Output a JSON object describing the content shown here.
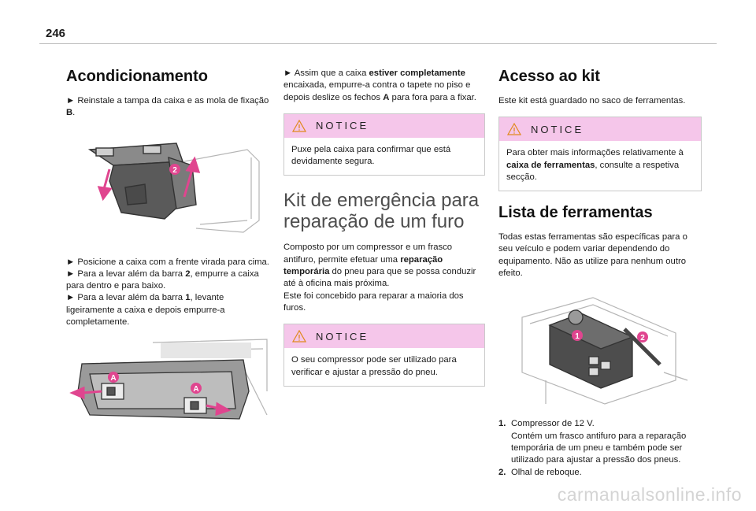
{
  "page_number": "246",
  "col1": {
    "title": "Acondicionamento",
    "step1": {
      "pre": "► Reinstale a tampa da caixa e as mola de fixação ",
      "bold": "B",
      "post": "."
    },
    "steps2": [
      {
        "pre": "► Posicione a caixa com a frente virada para cima.",
        "bold": "",
        "post": ""
      },
      {
        "pre": "► Para a levar além da barra ",
        "bold": "2",
        "post": ", empurre a caixa para dentro e para baixo."
      },
      {
        "pre": "► Para a levar além da barra ",
        "bold": "1",
        "post": ", levante ligeiramente a caixa e depois empurre-a completamente."
      }
    ],
    "figure1_callouts": [
      "2"
    ],
    "figure2_callouts": [
      "A",
      "A"
    ]
  },
  "col2": {
    "step": {
      "pre": "► Assim que a caixa ",
      "bold": "estiver completamente",
      "mid": " encaixada, empurre-a contra o tapete no piso e depois deslize os fechos ",
      "bold2": "A",
      "post": " para fora para a fixar."
    },
    "notice1": {
      "title": "NOTICE",
      "body": "Puxe pela caixa para confirmar que está devidamente segura."
    },
    "title": "Kit de emergência para reparação de um furo",
    "para": {
      "pre": "Composto por um compressor e um frasco antifuro, permite efetuar uma ",
      "bold": "reparação temporária",
      "post": " do pneu para que se possa conduzir até à oficina mais próxima."
    },
    "para2": "Este foi concebido para reparar a maioria dos furos.",
    "notice2": {
      "title": "NOTICE",
      "body": "O seu compressor pode ser utilizado para verificar e ajustar a pressão do pneu."
    }
  },
  "col3": {
    "title1": "Acesso ao kit",
    "para1": "Este kit está guardado no saco de ferramentas.",
    "notice": {
      "title": "NOTICE",
      "pre": "Para obter mais informações relativamente à ",
      "bold": "caixa de ferramentas",
      "post": ", consulte a respetiva secção."
    },
    "title2": "Lista de ferramentas",
    "para2": "Todas estas ferramentas são específicas para o seu veículo e podem variar dependendo do equipamento. Não as utilize para nenhum outro efeito.",
    "figure_callouts": [
      "1",
      "2"
    ],
    "list": [
      {
        "num": "1.",
        "text": "Compressor de 12 V.",
        "sub": "Contém um frasco antifuro para a reparação temporária de um pneu e também pode ser utilizado para ajustar a pressão dos pneus."
      },
      {
        "num": "2.",
        "text": "Olhal de reboque.",
        "sub": ""
      }
    ]
  },
  "watermark": "carmanualsonline.info",
  "colors": {
    "notice_header": "#f5c6ea",
    "callout": "#e0458f",
    "rule": "#bdbdbd"
  }
}
